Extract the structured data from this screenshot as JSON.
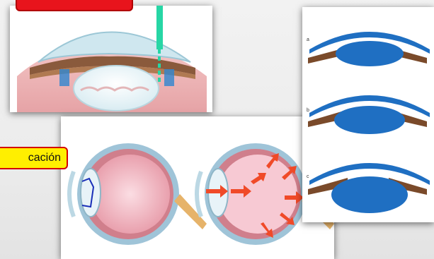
{
  "callout": {
    "text": "cación"
  },
  "colors": {
    "red_tab": "#e8141c",
    "callout_fill": "#ffef00",
    "callout_border": "#d40000",
    "eye_wall": "#cf8d97",
    "lens_blue": "#1f6fc2",
    "laser_green": "#27d6a5",
    "arrow_orange": "#f04a28"
  },
  "diagram": {
    "panels": [
      {
        "name": "laser-iridotomy-cross-section",
        "icon": "eye-cross-section-icon"
      },
      {
        "name": "eye-normal-vs-glaucoma",
        "icon": "eyeball-icon"
      },
      {
        "name": "anterior-chamber-angle-series",
        "icon": "lens-angle-icon"
      }
    ],
    "series_labels": [
      "a",
      "b",
      "c"
    ]
  }
}
